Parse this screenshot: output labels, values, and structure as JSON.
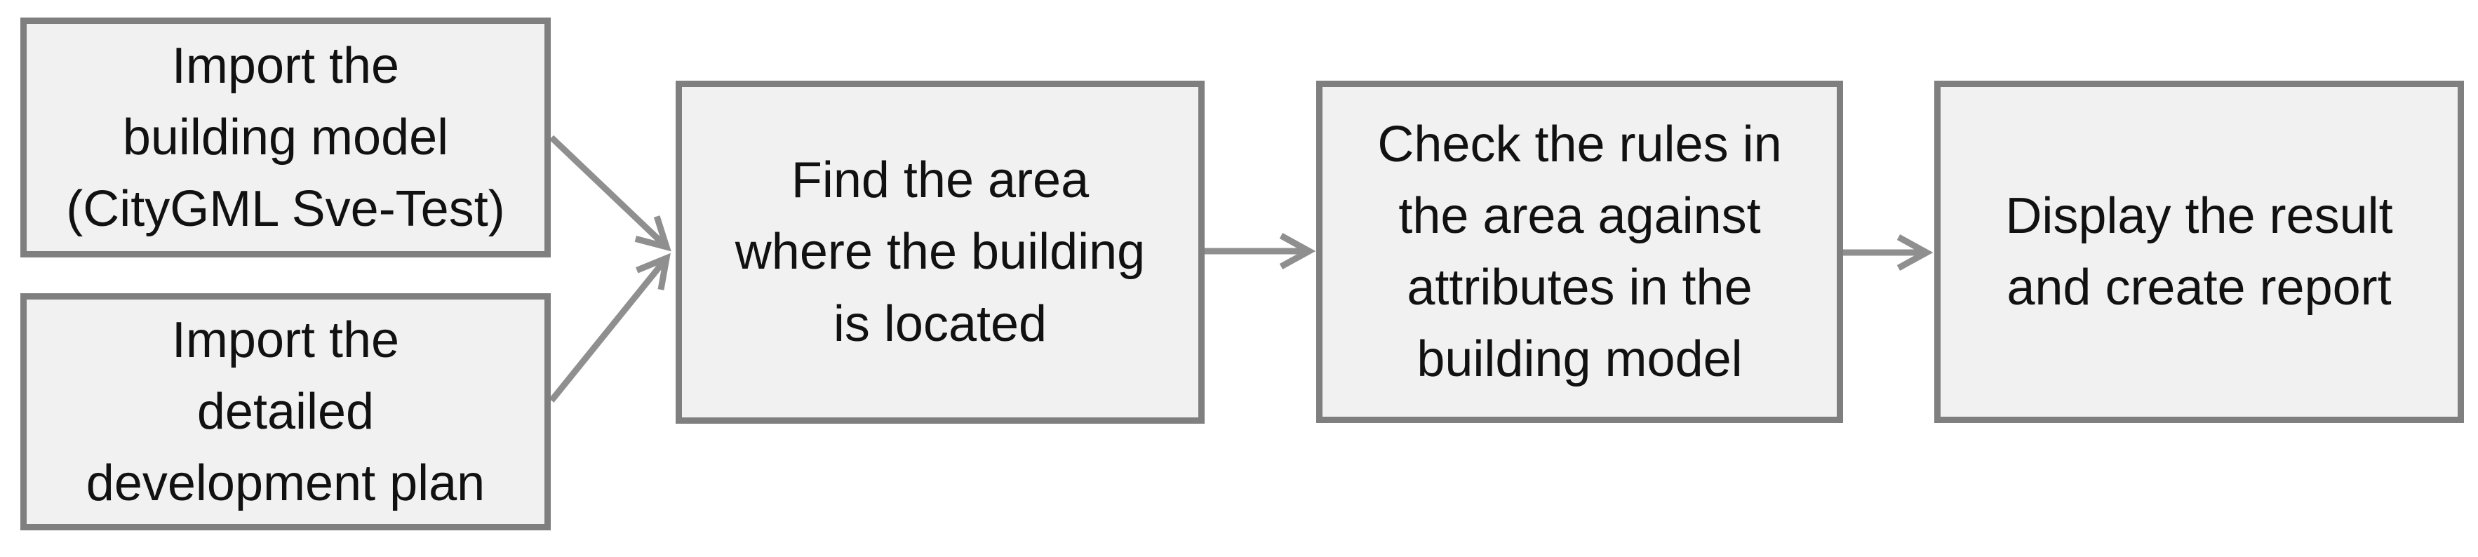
{
  "diagram": {
    "type": "flowchart",
    "colors": {
      "background": "#ffffff",
      "box_fill": "#f1f1f1",
      "box_border": "#7f7f7f",
      "arrow": "#8f8f8f",
      "text": "#111111"
    },
    "steps": [
      {
        "id": "import-building-model",
        "label": "Import the\nbuilding model\n(CityGML Sve-Test)"
      },
      {
        "id": "import-development-plan",
        "label": "Import the\ndetailed\ndevelopment plan"
      },
      {
        "id": "find-area",
        "label": "Find the area\nwhere the building\nis located"
      },
      {
        "id": "check-rules",
        "label": "Check the rules in\nthe area against\nattributes in the\nbuilding model"
      },
      {
        "id": "display-result",
        "label": "Display the result\nand create report"
      }
    ],
    "connections": [
      {
        "from": "import-building-model",
        "to": "find-area"
      },
      {
        "from": "import-development-plan",
        "to": "find-area"
      },
      {
        "from": "find-area",
        "to": "check-rules"
      },
      {
        "from": "check-rules",
        "to": "display-result"
      }
    ]
  }
}
